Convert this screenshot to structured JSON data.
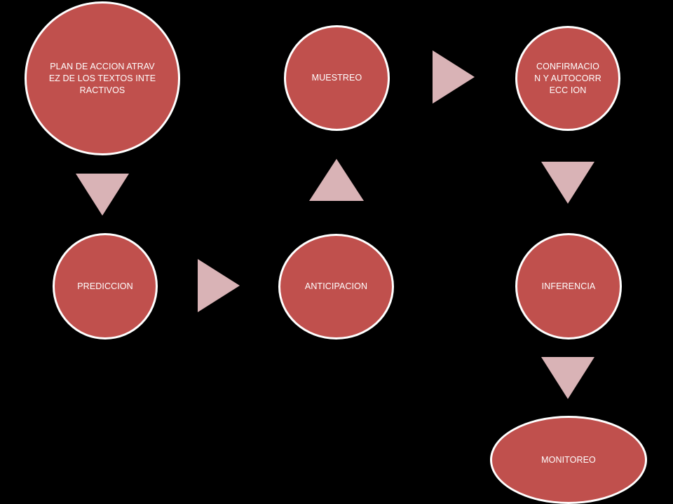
{
  "colors": {
    "background": "#000000",
    "node_fill": "#c0504d",
    "node_border": "#ffffff",
    "node_text": "#ffffff",
    "arrow": "#d9b3b6"
  },
  "nodes": {
    "plan": "PLAN DE ACCION ATRAVEZ DE LOS TEXTOS INTERACTIVOS",
    "prediccion": "PREDICCION",
    "anticipacion": "ANTICIPACION",
    "muestreo": "MUESTREO",
    "confirmacion": "CONFIRMACIO N Y AUTOCORRECC ION",
    "inferencia": "INFERENCIA",
    "monitoreo": "MONITOREO"
  },
  "arrows": [
    "down",
    "right",
    "up",
    "right",
    "down",
    "down"
  ]
}
